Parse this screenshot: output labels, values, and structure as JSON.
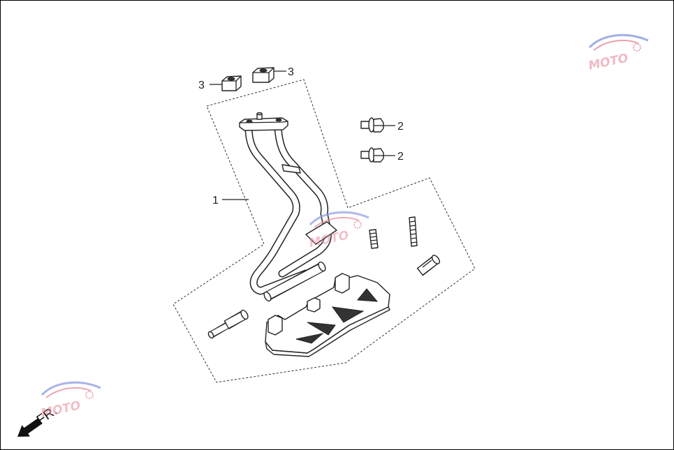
{
  "callouts": {
    "part_1": "1",
    "part_2_upper": "2",
    "part_2_lower": "2",
    "part_3_left": "3",
    "part_3_right": "3"
  },
  "direction_label": "FR.",
  "watermark": {
    "text": "MOTO"
  },
  "icons": {
    "direction": "front-direction-arrow-icon",
    "watermark_gear": "gear-icon"
  },
  "colors": {
    "border": "#000000",
    "line": "#222222",
    "watermark_pink": "#e58a9a",
    "watermark_blue": "#8c9be0"
  }
}
